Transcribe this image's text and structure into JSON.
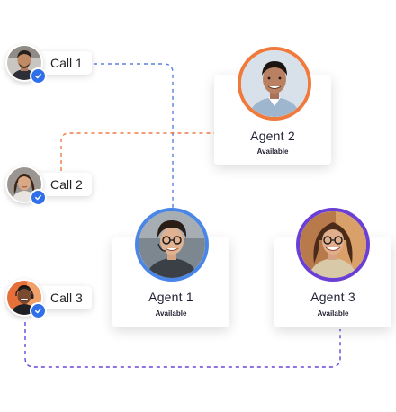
{
  "calls": [
    {
      "label": "Call 1"
    },
    {
      "label": "Call 2"
    },
    {
      "label": "Call 3"
    }
  ],
  "agents": [
    {
      "name": "Agent 2",
      "status": "Available",
      "ring_color": "#f07a3c"
    },
    {
      "name": "Agent 1",
      "status": "Available",
      "ring_color": "#4a86e8"
    },
    {
      "name": "Agent 3",
      "status": "Available",
      "ring_color": "#6a3fd6"
    }
  ],
  "connectors": {
    "call1_to_agent1_color": "#5b7fe0",
    "call2_to_agent2_color": "#ef7a43",
    "call3_to_agent3_color": "#6a45d9"
  },
  "icons": {
    "verified": "check-badge-icon"
  }
}
